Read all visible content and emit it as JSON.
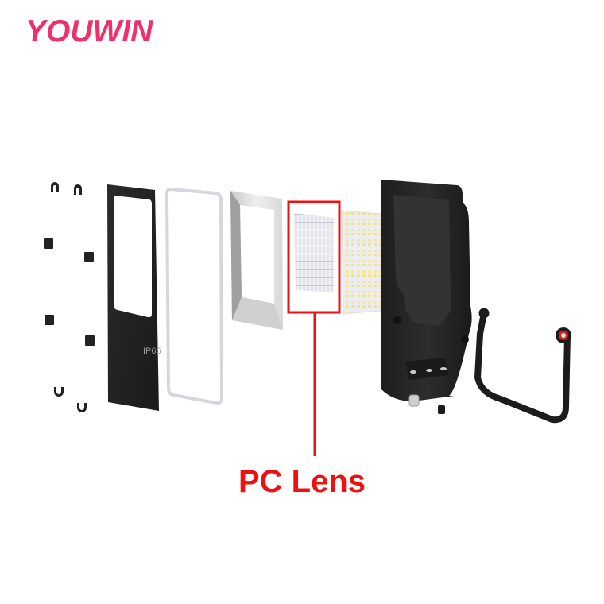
{
  "brand": {
    "name": "YOUWIN",
    "color": "#f0306a"
  },
  "callout": {
    "label": "PC Lens",
    "color": "#ee1111",
    "target_component": "pc-lens"
  },
  "front_panel": {
    "marking": "IP65"
  },
  "components": [
    "clips",
    "front-frame",
    "gasket",
    "reflector",
    "pc-lens",
    "led-board",
    "housing",
    "mounting-bracket",
    "cable-glands"
  ]
}
